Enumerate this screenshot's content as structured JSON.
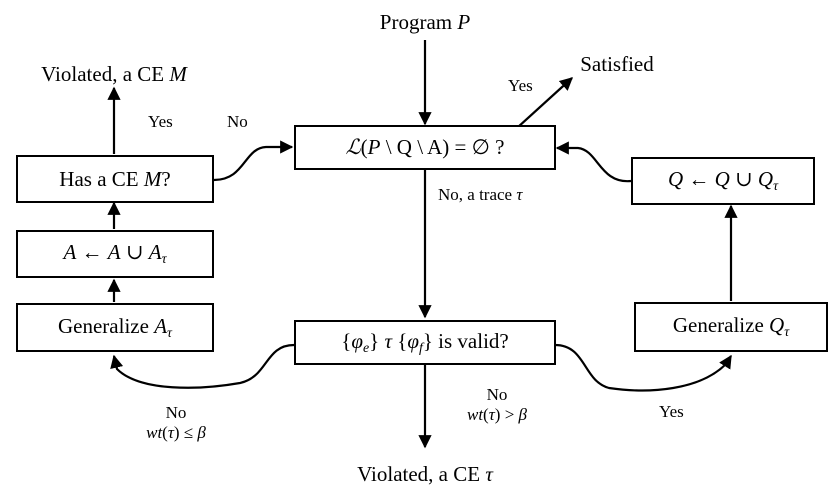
{
  "diagram": {
    "title": "CEGAR-style verification loop flowchart",
    "stroke_color": "#000000",
    "background_color": "#ffffff"
  },
  "nodes": {
    "has_ce": {
      "label": "Has a CE M?",
      "text_plain": "Has a CE M?"
    },
    "a_update": {
      "label": "A ← A ∪ Aτ",
      "text_plain": "A <- A U A_tau"
    },
    "generalize_a": {
      "label": "Generalize Aτ",
      "text_plain": "Generalize A_tau"
    },
    "lang_check": {
      "label": "ℒ(P \\ Q \\ A) = ∅ ?",
      "text_plain": "L(P \\ Q \\ A) = empty ?"
    },
    "hoare_check": {
      "label": "{φe} τ {φf} is valid?",
      "text_plain": "{phi_e} tau {phi_f} is valid?"
    },
    "q_update": {
      "label": "Q ← Q ∪ Qτ",
      "text_plain": "Q <- Q U Q_tau"
    },
    "generalize_q": {
      "label": "Generalize Qτ",
      "text_plain": "Generalize Q_tau"
    }
  },
  "terminals": {
    "input_program": "Program P",
    "violated_m": "Violated, a CE M",
    "satisfied": "Satisfied",
    "violated_tau": "Violated, a CE τ"
  },
  "edge_labels": {
    "yes_left": "Yes",
    "no_left": "No",
    "yes_satisfied": "Yes",
    "no_trace": "No, a trace τ",
    "no_weight_le_line1": "No",
    "no_weight_le_line2": "wt(τ) ≤ β",
    "no_weight_gt_line1": "No",
    "no_weight_gt_line2": "wt(τ) > β",
    "yes_right": "Yes"
  }
}
